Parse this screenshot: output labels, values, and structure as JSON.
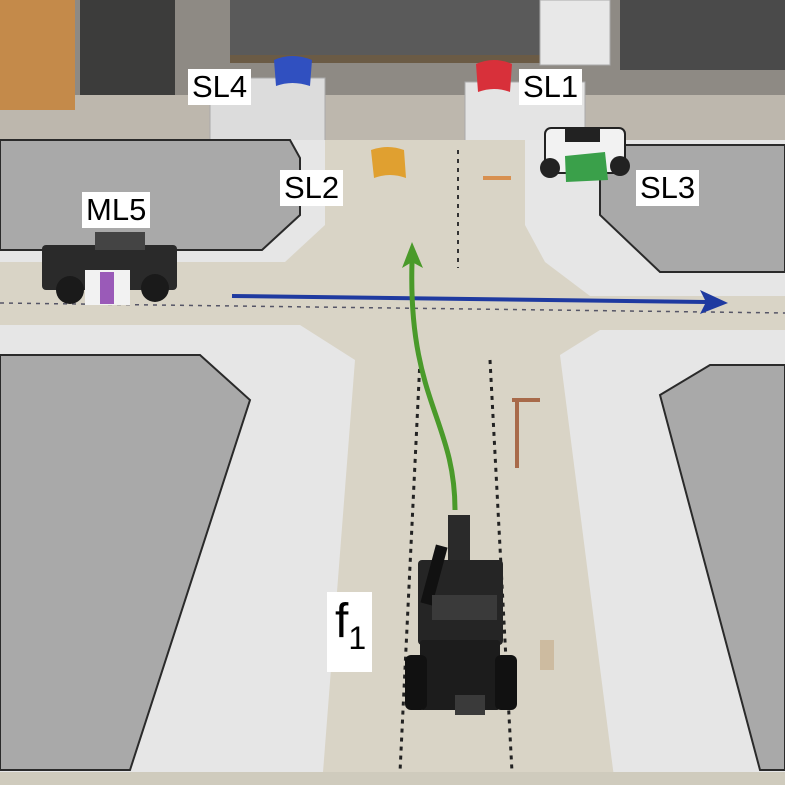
{
  "labels": {
    "sl1": "SL1",
    "sl2": "SL2",
    "sl3": "SL3",
    "sl4": "SL4",
    "ml5": "ML5",
    "f1_main": "f",
    "f1_sub": "1"
  },
  "colors": {
    "green_path": "#4a9a2a",
    "blue_path": "#1f3aa0",
    "sl1_flag": "#d8303a",
    "sl2_flag": "#e0a030",
    "sl3_flag": "#3aa04a",
    "sl4_flag": "#3050c0",
    "ml5_tag": "#9a5ab8",
    "floor": "#d9d4c6",
    "block_gray": "#a9a9a9",
    "road_light": "#e6e6e6"
  }
}
